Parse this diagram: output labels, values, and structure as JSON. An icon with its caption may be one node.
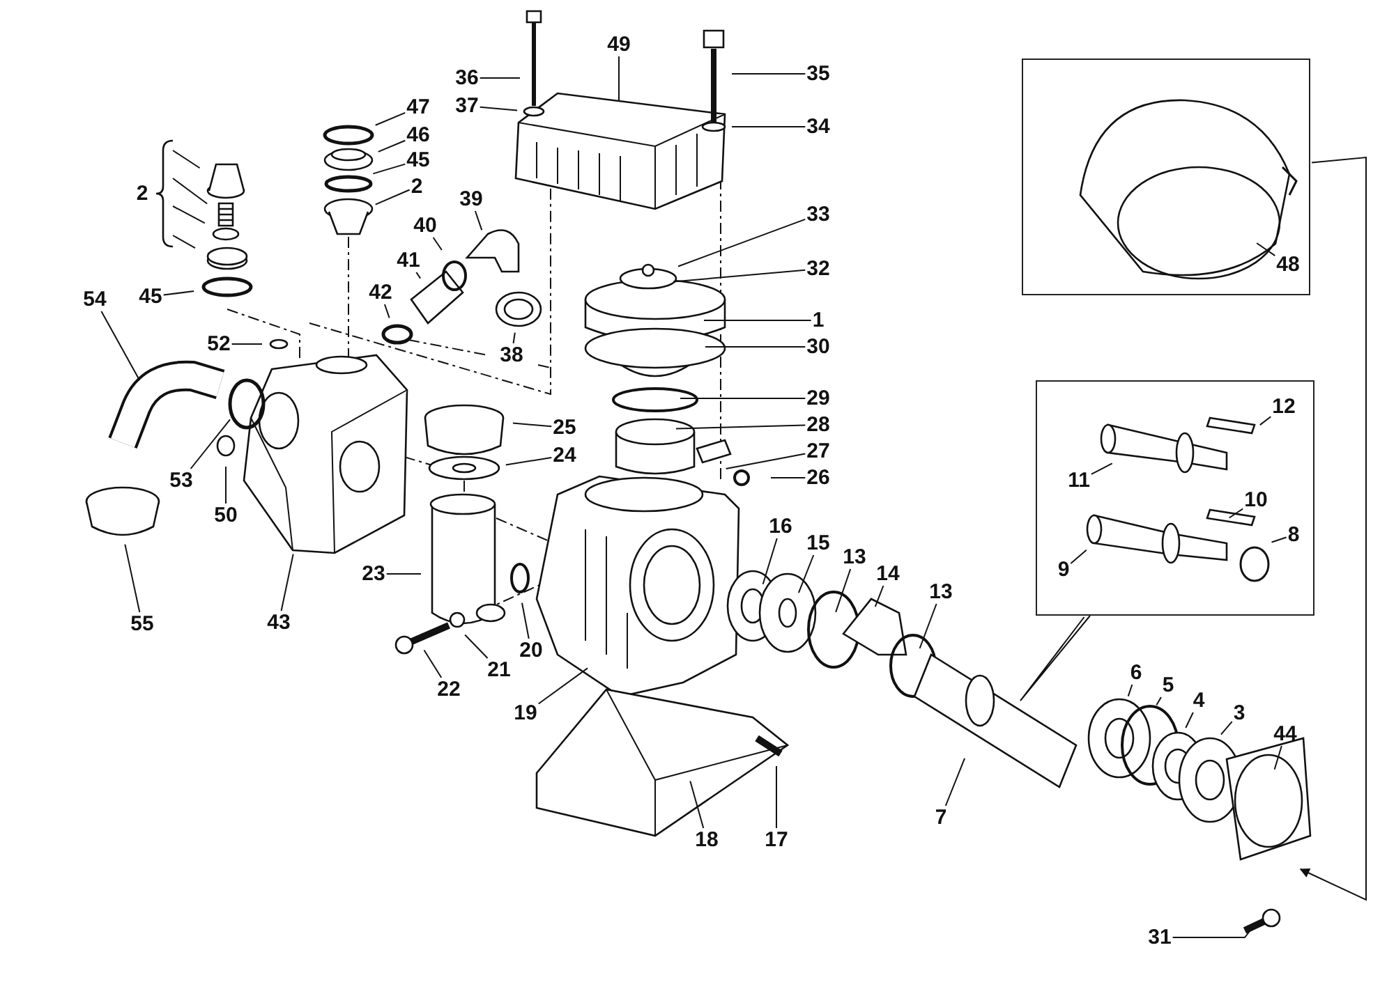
{
  "diagram": {
    "nodes": [
      {
        "text": [],
        "shape": "box"
      },
      {
        "text": [
          "48"
        ],
        "in": 0
      },
      {
        "text": [
          "49"
        ]
      },
      {
        "text": [
          "36"
        ]
      },
      {
        "text": [
          "35"
        ]
      },
      {
        "text": [
          "37"
        ]
      },
      {
        "text": [
          "47"
        ]
      },
      {
        "text": [
          "34"
        ]
      },
      {
        "text": [
          "46"
        ]
      },
      {
        "text": [
          "45"
        ]
      },
      {
        "text": [
          "2"
        ]
      },
      {
        "text": [
          "2"
        ]
      },
      {
        "text": [
          "39"
        ]
      },
      {
        "text": [
          "33"
        ]
      },
      {
        "text": [
          "40"
        ]
      },
      {
        "text": [
          "41"
        ]
      },
      {
        "text": [
          "32"
        ]
      },
      {
        "text": [
          "42"
        ]
      },
      {
        "text": [
          "45"
        ]
      },
      {
        "text": [
          "54"
        ]
      },
      {
        "text": [
          "1"
        ]
      },
      {
        "text": [
          "52"
        ]
      },
      {
        "text": [
          "30"
        ]
      },
      {
        "text": [
          "38"
        ]
      },
      {
        "text": [],
        "shape": "box"
      },
      {
        "text": [
          "12"
        ],
        "in": 24
      },
      {
        "text": [
          "29"
        ]
      },
      {
        "text": [
          "28"
        ]
      },
      {
        "text": [
          "25"
        ]
      },
      {
        "text": [
          "27"
        ]
      },
      {
        "text": [
          "24"
        ]
      },
      {
        "text": [
          "11"
        ],
        "in": 24
      },
      {
        "text": [
          "26"
        ]
      },
      {
        "text": [
          "53"
        ]
      },
      {
        "text": [
          "10"
        ],
        "in": 24
      },
      {
        "text": [
          "50"
        ]
      },
      {
        "text": [
          "16"
        ]
      },
      {
        "text": [
          "8"
        ],
        "in": 24
      },
      {
        "text": [
          "15"
        ]
      },
      {
        "text": [
          "13"
        ]
      },
      {
        "text": [
          "9"
        ],
        "in": 24
      },
      {
        "text": [
          "23"
        ]
      },
      {
        "text": [
          "14"
        ]
      },
      {
        "text": [
          "13"
        ]
      },
      {
        "text": [
          "55"
        ]
      },
      {
        "text": [
          "43"
        ]
      },
      {
        "text": [
          "20"
        ]
      },
      {
        "text": [
          "21"
        ]
      },
      {
        "text": [
          "6"
        ]
      },
      {
        "text": [
          "5"
        ]
      },
      {
        "text": [
          "22"
        ]
      },
      {
        "text": [
          "4"
        ]
      },
      {
        "text": [
          "19"
        ]
      },
      {
        "text": [
          "3"
        ]
      },
      {
        "text": [
          "44"
        ]
      },
      {
        "text": [
          "7"
        ]
      },
      {
        "text": [
          "18"
        ]
      },
      {
        "text": [
          "17"
        ]
      },
      {
        "text": [
          "31"
        ]
      }
    ],
    "edges": [
      {
        "from": 0,
        "to": null,
        "arrow": "to"
      },
      {
        "from": 1,
        "to": null,
        "arrow": "none"
      },
      {
        "from": 2,
        "to": null,
        "arrow": "none"
      },
      {
        "from": 3,
        "to": null,
        "arrow": "none"
      },
      {
        "from": 4,
        "to": null,
        "arrow": "none"
      },
      {
        "from": 5,
        "to": null,
        "arrow": "none"
      },
      {
        "from": 6,
        "to": null,
        "arrow": "none"
      },
      {
        "from": 7,
        "to": null,
        "arrow": "none"
      },
      {
        "from": 8,
        "to": null,
        "arrow": "none"
      },
      {
        "from": 9,
        "to": null,
        "arrow": "none"
      },
      {
        "from": 10,
        "to": null,
        "arrow": "none"
      },
      {
        "from": 11,
        "to": null,
        "arrow": "none"
      },
      {
        "from": 11,
        "to": null,
        "arrow": "none"
      },
      {
        "from": 11,
        "to": null,
        "arrow": "none"
      },
      {
        "from": 11,
        "to": null,
        "arrow": "none"
      },
      {
        "from": 12,
        "to": null,
        "arrow": "none"
      },
      {
        "from": 13,
        "to": null,
        "arrow": "none"
      },
      {
        "from": 14,
        "to": null,
        "arrow": "none"
      },
      {
        "from": 15,
        "to": null,
        "arrow": "none"
      },
      {
        "from": 16,
        "to": null,
        "arrow": "none"
      },
      {
        "from": 17,
        "to": null,
        "arrow": "none"
      },
      {
        "from": 18,
        "to": null,
        "arrow": "none"
      },
      {
        "from": 19,
        "to": null,
        "arrow": "none"
      },
      {
        "from": 20,
        "to": null,
        "arrow": "none"
      },
      {
        "from": 21,
        "to": null,
        "arrow": "none"
      },
      {
        "from": 22,
        "to": null,
        "arrow": "none"
      },
      {
        "from": 23,
        "to": null,
        "arrow": "none"
      },
      {
        "from": 24,
        "to": null,
        "arrow": "none"
      },
      {
        "from": 25,
        "to": null,
        "arrow": "none"
      },
      {
        "from": 26,
        "to": null,
        "arrow": "none"
      },
      {
        "from": 27,
        "to": null,
        "arrow": "none"
      },
      {
        "from": 28,
        "to": null,
        "arrow": "none"
      },
      {
        "from": 29,
        "to": null,
        "arrow": "none"
      },
      {
        "from": 30,
        "to": null,
        "arrow": "none"
      },
      {
        "from": 31,
        "to": null,
        "arrow": "none"
      },
      {
        "from": 32,
        "to": null,
        "arrow": "none"
      },
      {
        "from": 33,
        "to": null,
        "arrow": "none"
      },
      {
        "from": 34,
        "to": null,
        "arrow": "none"
      },
      {
        "from": 35,
        "to": null,
        "arrow": "none"
      },
      {
        "from": 36,
        "to": null,
        "arrow": "none"
      },
      {
        "from": 37,
        "to": null,
        "arrow": "none"
      },
      {
        "from": 38,
        "to": null,
        "arrow": "none"
      },
      {
        "from": 39,
        "to": null,
        "arrow": "none"
      },
      {
        "from": 40,
        "to": null,
        "arrow": "none"
      },
      {
        "from": 41,
        "to": null,
        "arrow": "none"
      },
      {
        "from": 42,
        "to": null,
        "arrow": "none"
      },
      {
        "from": 43,
        "to": null,
        "arrow": "none"
      },
      {
        "from": 44,
        "to": null,
        "arrow": "none"
      },
      {
        "from": 45,
        "to": null,
        "arrow": "none"
      },
      {
        "from": 46,
        "to": null,
        "arrow": "none"
      },
      {
        "from": 47,
        "to": null,
        "arrow": "none"
      },
      {
        "from": 48,
        "to": null,
        "arrow": "none"
      },
      {
        "from": 49,
        "to": null,
        "arrow": "none"
      },
      {
        "from": 50,
        "to": null,
        "arrow": "none"
      },
      {
        "from": 51,
        "to": null,
        "arrow": "none"
      },
      {
        "from": 52,
        "to": null,
        "arrow": "none"
      },
      {
        "from": 53,
        "to": null,
        "arrow": "none"
      },
      {
        "from": 54,
        "to": null,
        "arrow": "none"
      },
      {
        "from": 55,
        "to": null,
        "arrow": "none"
      },
      {
        "from": 56,
        "to": null,
        "arrow": "none"
      },
      {
        "from": 57,
        "to": null,
        "arrow": "none"
      },
      {
        "from": 58,
        "to": null,
        "arrow": "none"
      }
    ]
  }
}
